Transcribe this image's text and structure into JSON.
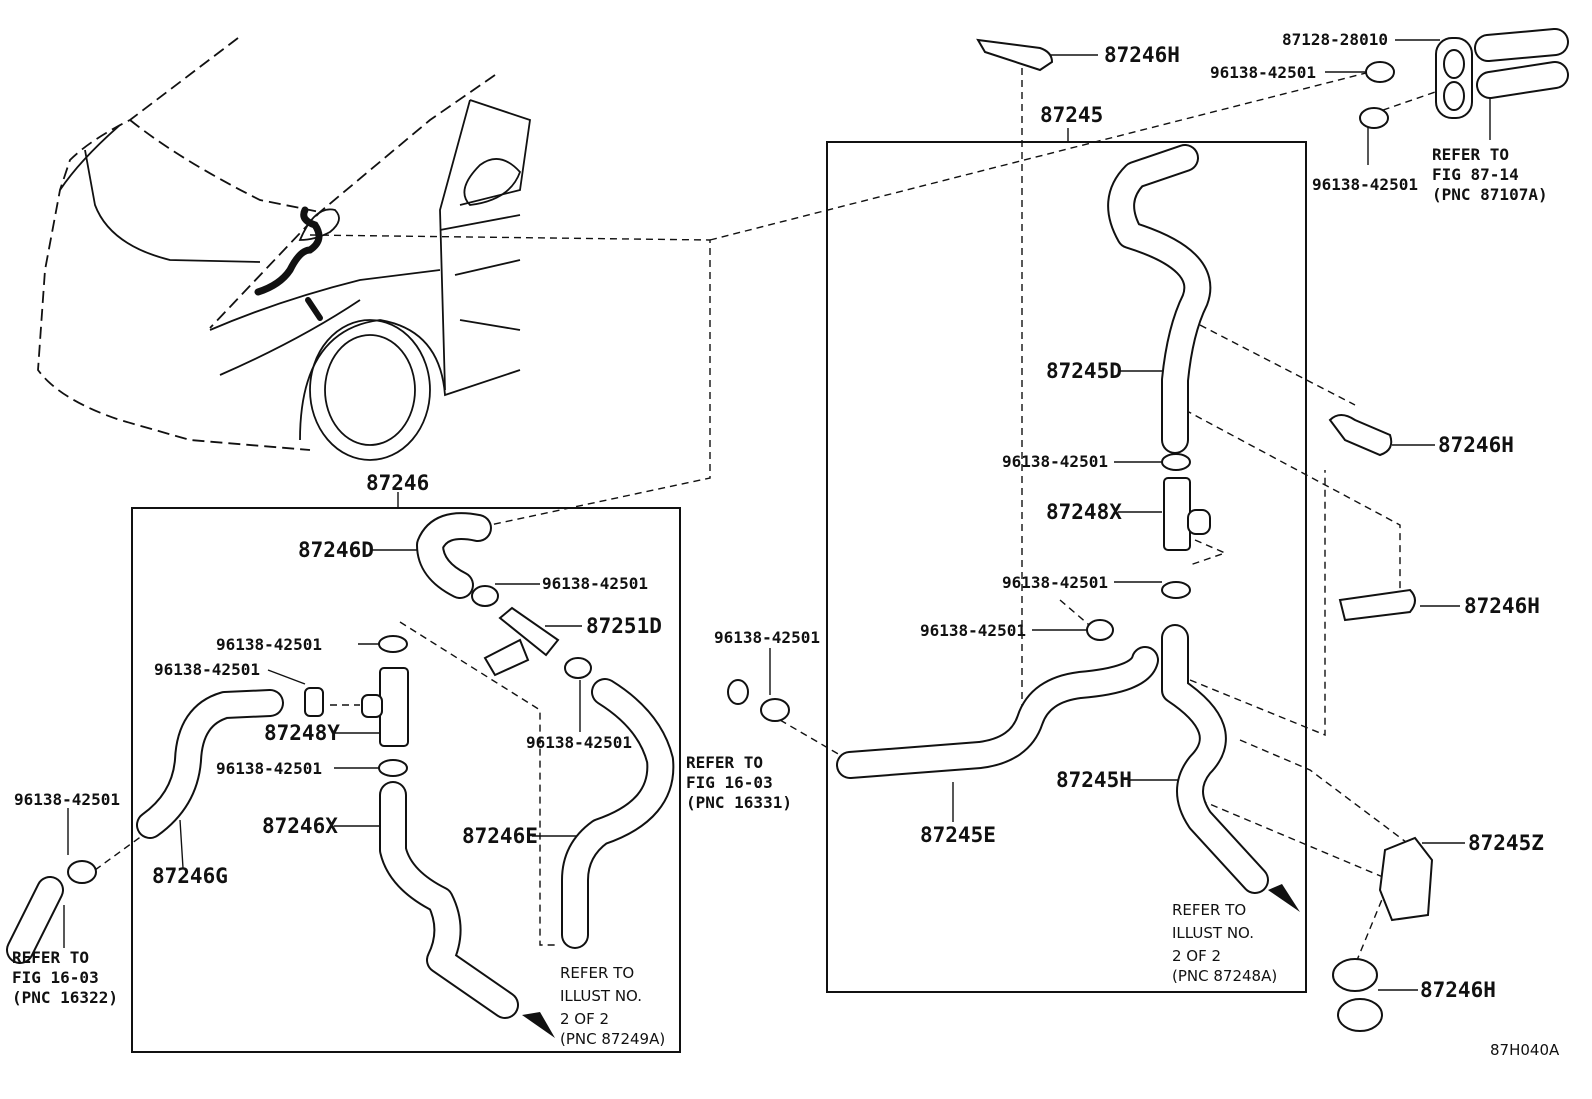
{
  "labels": {
    "l87246H_top": "87246H",
    "l87128": "87128-28010",
    "l96138_tr1": "96138-42501",
    "l96138_tr2": "96138-42501",
    "l87245": "87245",
    "l87245D": "87245D",
    "l96138_r1": "96138-42501",
    "l87248X": "87248X",
    "l96138_r2": "96138-42501",
    "l96138_r3": "96138-42501",
    "l87246H_r1": "87246H",
    "l87246H_r2": "87246H",
    "l87245H": "87245H",
    "l87245E": "87245E",
    "l87245Z": "87245Z",
    "l87246H_r3": "87246H",
    "l87246": "87246",
    "l87246D": "87246D",
    "l96138_m1": "96138-42501",
    "l87251D": "87251D",
    "l96138_m2": "96138-42501",
    "l96138_m3": "96138-42501",
    "l96138_m4": "96138-42501",
    "l87248Y": "87248Y",
    "l96138_m5": "96138-42501",
    "l87246X": "87246X",
    "l87246E": "87246E",
    "l87246G": "87246G",
    "l96138_left": "96138-42501",
    "l96138_mid": "96138-42501",
    "diagram_code": "87H040A"
  },
  "refs": {
    "r_top_right": [
      "REFER TO",
      "FIG 87-14",
      "(PNC 87107A)"
    ],
    "r_left": [
      "REFER TO",
      "FIG 16-03",
      "(PNC 16322)"
    ],
    "r_mid": [
      "REFER TO",
      "FIG 16-03",
      "(PNC 16331)"
    ],
    "r_box_left": [
      "REFER TO",
      "ILLUST NO.",
      "2 OF 2",
      "(PNC 87249A)"
    ],
    "r_box_right": [
      "REFER TO",
      "ILLUST NO.",
      "2 OF 2",
      "(PNC 87248A)"
    ]
  }
}
